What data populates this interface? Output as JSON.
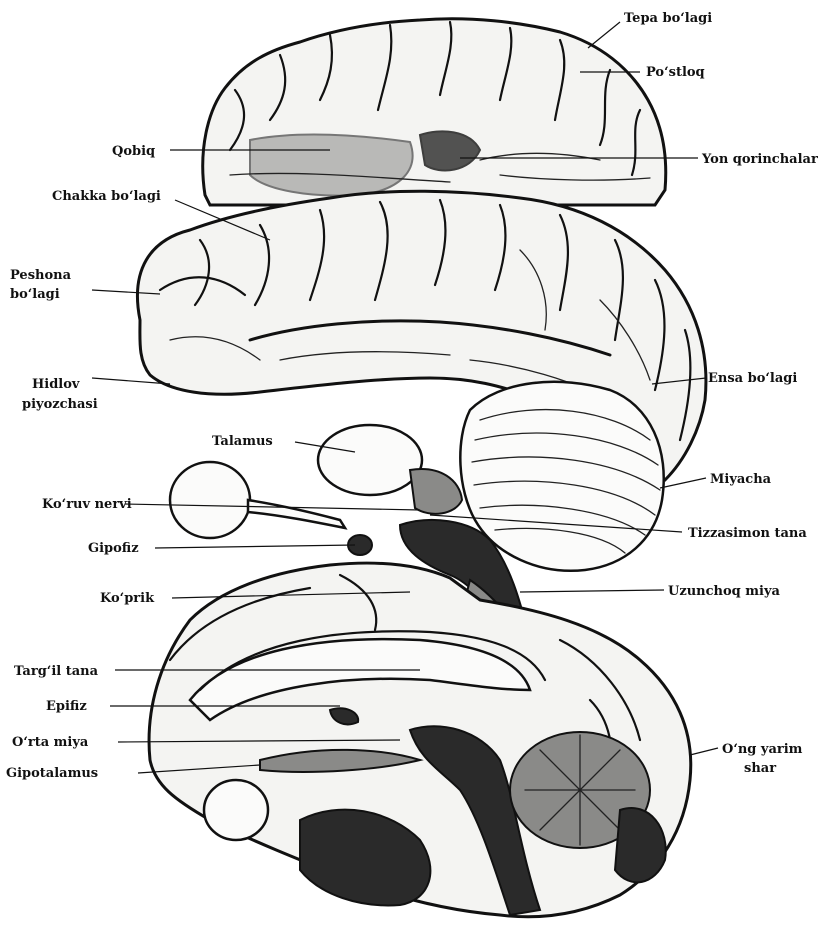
{
  "labels": {
    "tepa_bolagi": "Tepa bo‘lagi",
    "postloq": "Po‘stloq",
    "qobiq": "Qobiq",
    "yon_qorinchalar": "Yon qorinchalar",
    "chakka_bolagi": "Chakka bo‘lagi",
    "peshona_bolagi_1": "Peshona",
    "peshona_bolagi_2": "bo‘lagi",
    "hidlov_1": "Hidlov",
    "hidlov_2": "piyozchasi",
    "ensa_bolagi": "Ensa bo‘lagi",
    "talamus": "Talamus",
    "miyacha": "Miyacha",
    "koruv_nervi": "Ko‘ruv nervi",
    "tizzasimon_tana": "Tizzasimon tana",
    "gipofiz": "Gipofiz",
    "koprik": "Ko‘prik",
    "uzunchoq_miya": "Uzunchoq miya",
    "targil_tana": "Targ‘il tana",
    "epifiz": "Epifiz",
    "orta_miya": "O‘rta miya",
    "ong_yarim_1": "O‘ng yarim",
    "ong_yarim_2": "shar",
    "gipotalamus": "Gipotalamus"
  }
}
